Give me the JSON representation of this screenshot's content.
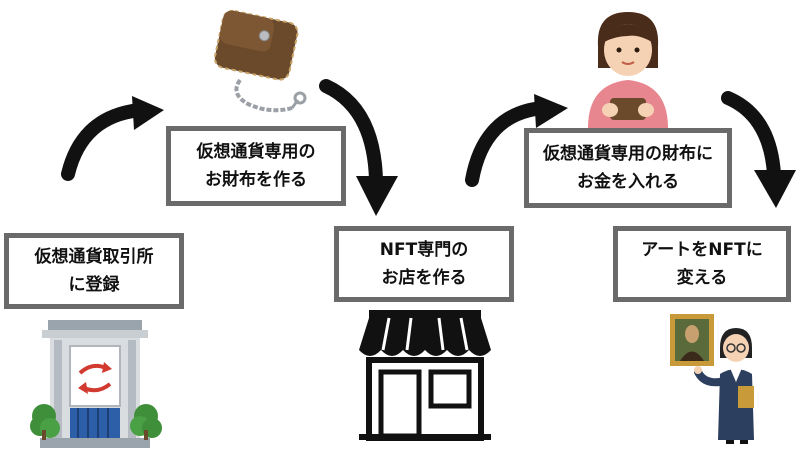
{
  "steps": [
    {
      "line1": "仮想通貨取引所",
      "line2": "に登録"
    },
    {
      "line1": "仮想通貨専用の",
      "line2": "お財布を作る"
    },
    {
      "line1": "NFT専門の",
      "line2": "お店を作る"
    },
    {
      "line1": "仮想通貨専用の財布に",
      "line2": "お金を入れる"
    },
    {
      "line1": "アートをNFTに",
      "line2": "変える"
    }
  ],
  "colors": {
    "box_border": "#6a6a6a",
    "arrow": "#111111",
    "text": "#111111"
  },
  "icons": [
    "exchange-building-icon",
    "wallet-chain-icon",
    "shop-icon",
    "woman-wallet-icon",
    "woman-artwork-icon",
    "curved-arrow-icon"
  ]
}
